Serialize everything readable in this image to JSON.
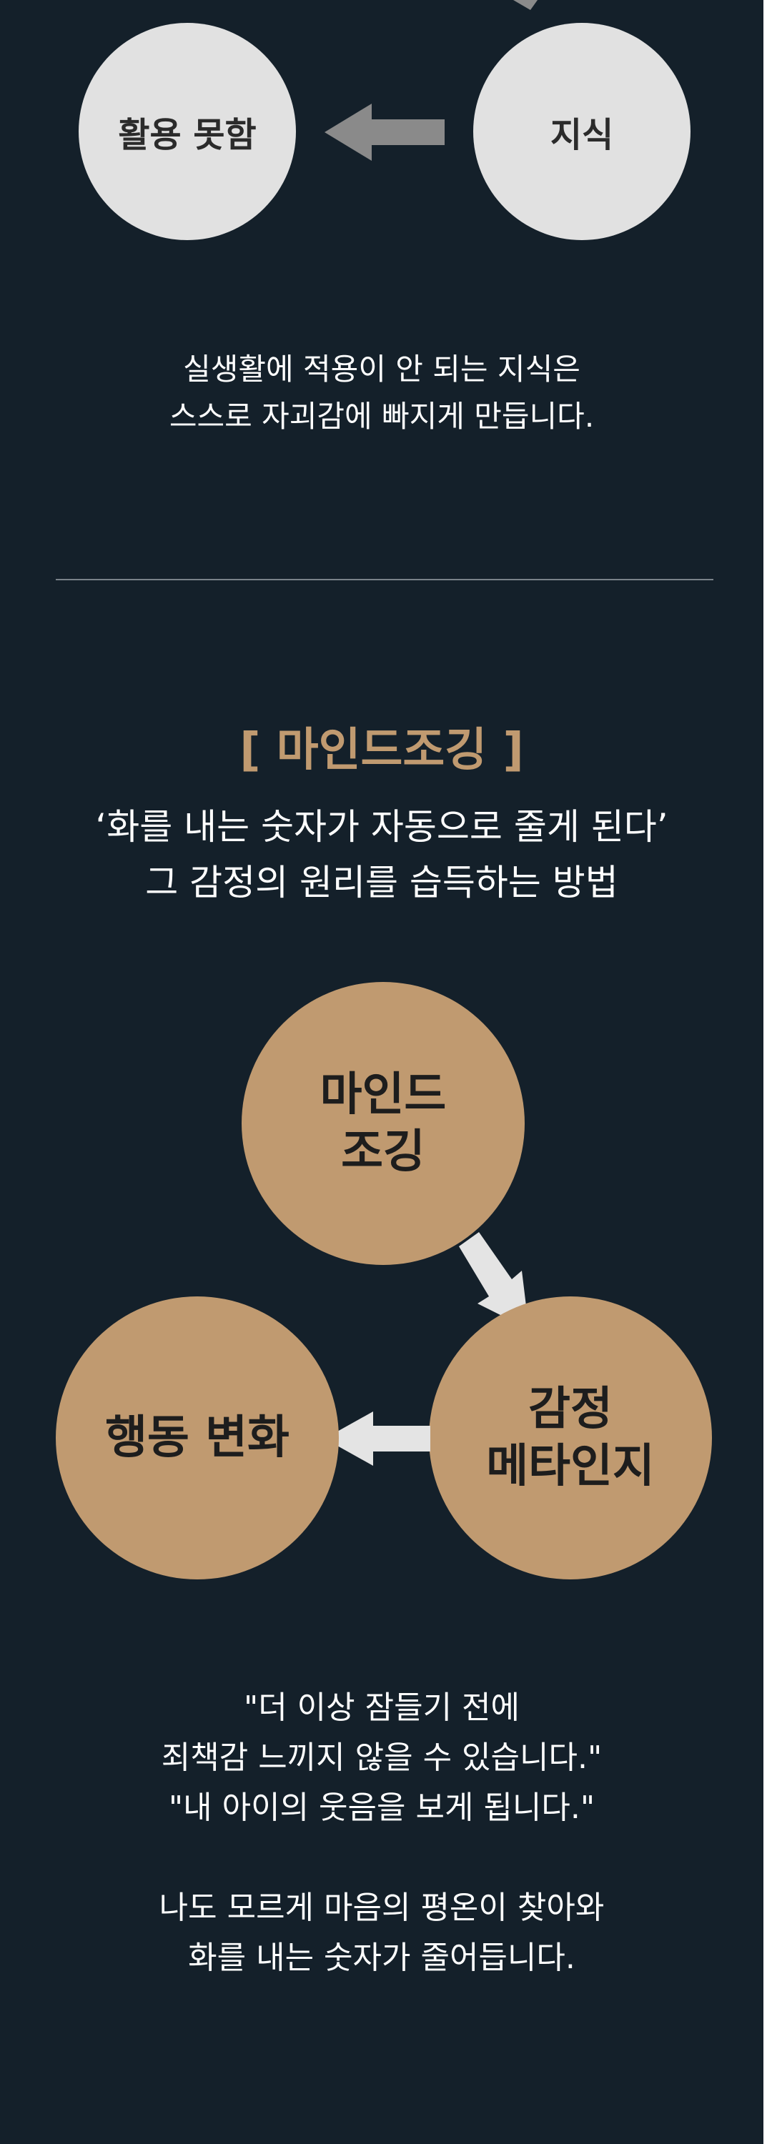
{
  "top_diagram": {
    "left_circle_label": "활용 못함",
    "right_circle_label": "지식",
    "caption": "실생활에 적용이 안 되는 지식은\n스스로 자괴감에 빠지게 만듭니다."
  },
  "section": {
    "title": "[ 마인드조깅 ]",
    "subtitle": "‘화를 내는 숫자가 자동으로 줄게 된다’\n그 감정의 원리를 습득하는 방법"
  },
  "cycle_diagram": {
    "top_circle_label": "마인드\n조깅",
    "right_circle_label": "감정\n메타인지",
    "left_circle_label": "행동 변화"
  },
  "quotes": {
    "lines": "\"더 이상 잠들기 전에\n죄책감 느끼지 않을 수 있습니다.\"\n\"내 아이의 웃음을 보게 됩니다.\""
  },
  "closing": {
    "lines": "나도 모르게 마음의 평온이 찾아와\n화를 내는 숫자가 줄어듭니다."
  },
  "colors": {
    "background": "#14202a",
    "accent": "#c09a70",
    "gray_circle": "#e1e1e1",
    "gray_arrow": "#8a8a8a",
    "light_arrow": "#e4e4e4"
  }
}
